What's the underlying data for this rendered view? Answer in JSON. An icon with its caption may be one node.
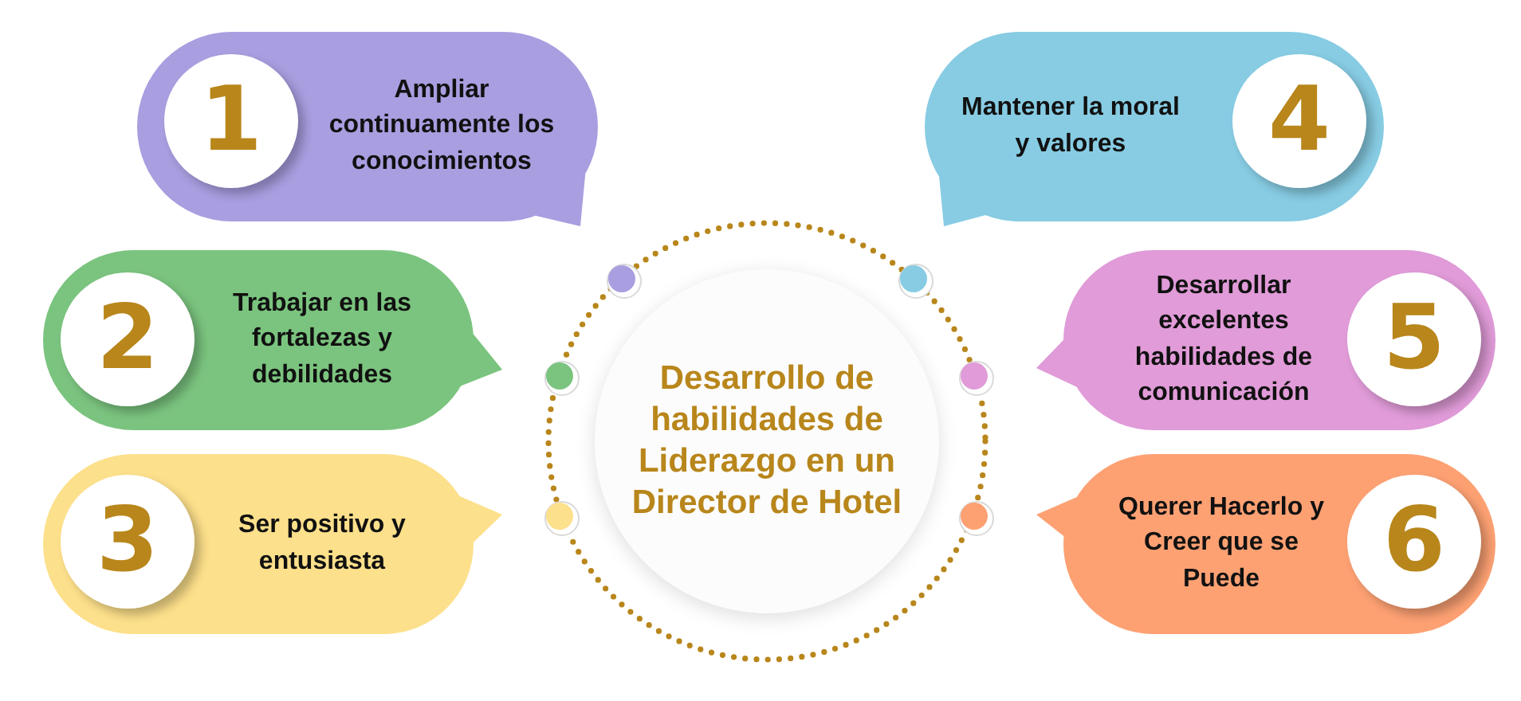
{
  "diagram": {
    "nodes": [
      {
        "text": [
          "Desarrollo de habilidades de Liderazgo en un Director de Hotel"
        ]
      },
      {
        "text": [
          "1",
          "Ampliar continuamente los conocimientos"
        ]
      },
      {
        "text": [
          "2",
          "Trabajar en las fortalezas y debilidades"
        ]
      },
      {
        "text": [
          "3",
          "Ser positivo y entusiasta"
        ]
      },
      {
        "text": [
          "Mantener la moral y valores",
          "4"
        ]
      },
      {
        "text": [
          "Desarrollar excelentes habilidades de comunicación",
          "5"
        ]
      },
      {
        "text": [
          "Querer Hacerlo y Creer que se Puede",
          "6"
        ]
      }
    ]
  }
}
